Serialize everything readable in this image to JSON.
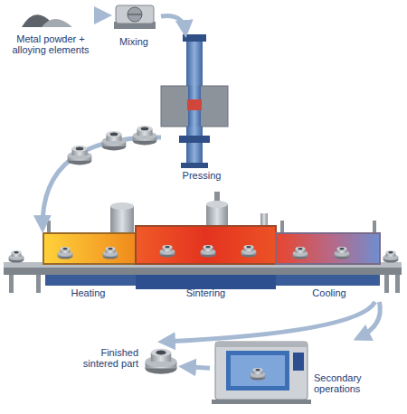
{
  "diagram": {
    "nodes": [
      {
        "text": [
          "Metal powder + alloying elements"
        ]
      },
      {
        "text": [
          "Mixing"
        ]
      },
      {
        "text": [
          "Pressing"
        ]
      },
      {
        "text": [
          "Heating"
        ]
      },
      {
        "text": [
          "Sintering"
        ]
      },
      {
        "text": [
          "Cooling"
        ]
      },
      {
        "text": [
          "Secondary operations"
        ]
      },
      {
        "text": [
          "Finished sintered part"
        ]
      }
    ],
    "edges": [
      {
        "from": 0,
        "to": 1,
        "arrow": "to"
      },
      {
        "from": 1,
        "to": 2,
        "arrow": "to"
      },
      {
        "from": 2,
        "to": 3,
        "arrow": "to"
      },
      {
        "from": 5,
        "to": 6,
        "arrow": "to"
      },
      {
        "from": 5,
        "to": 7,
        "arrow": "to"
      },
      {
        "from": 6,
        "to": 7,
        "arrow": "to"
      }
    ]
  }
}
